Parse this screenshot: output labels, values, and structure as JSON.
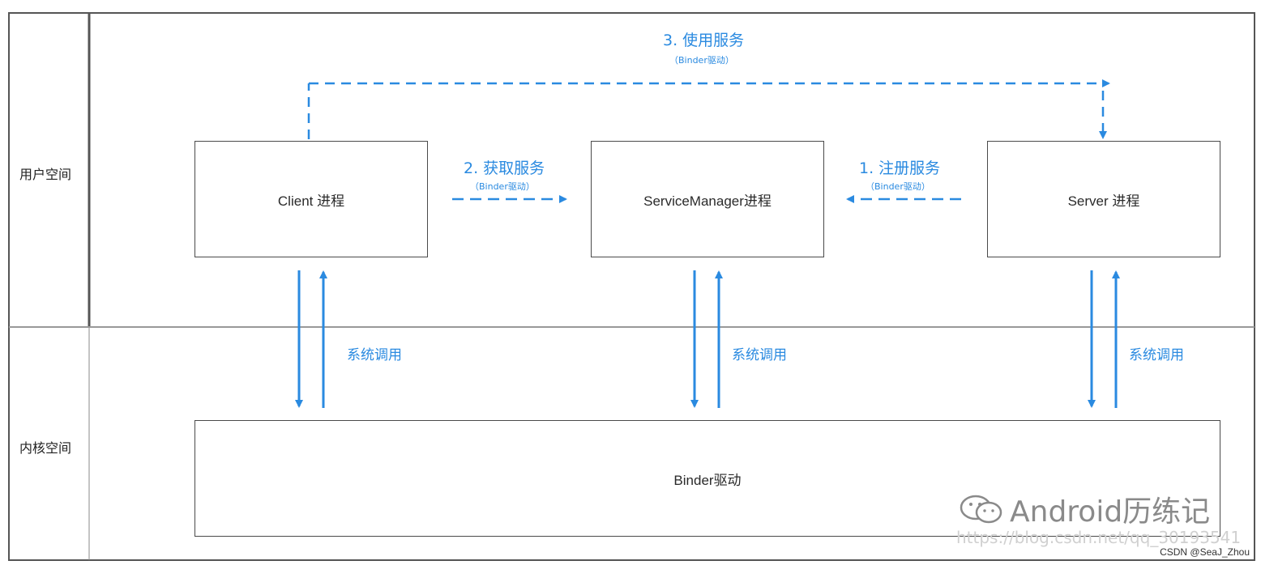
{
  "lanes": {
    "user_space": "用户空间",
    "kernel_space": "内核空间"
  },
  "boxes": {
    "client": "Client 进程",
    "service_manager": "ServiceManager进程",
    "server": "Server 进程",
    "binder_driver": "Binder驱动"
  },
  "steps": {
    "use_service": {
      "title": "3. 使用服务",
      "sub": "（Binder驱动）"
    },
    "get_service": {
      "title": "2. 获取服务",
      "sub": "（Binder驱动）"
    },
    "register_service": {
      "title": "1. 注册服务",
      "sub": "（Binder驱动）"
    }
  },
  "syscall_labels": [
    "系统调用",
    "系统调用",
    "系统调用"
  ],
  "watermark": {
    "brand": "Android历练记",
    "url": "https://blog.csdn.net/qq_30193541",
    "csdn": "CSDN @SeaJ_Zhou"
  },
  "colors": {
    "arrow_blue": "#2a8ae0",
    "border": "#4a4a4a"
  }
}
